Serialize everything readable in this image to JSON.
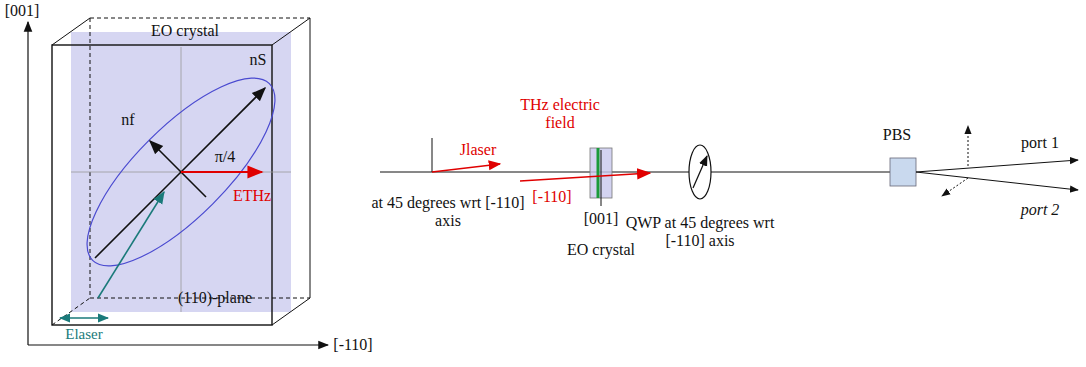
{
  "diagram": {
    "labels": [
      "[001]",
      "EO crystal",
      "nS",
      "nf",
      "π/4",
      "ETHz",
      "Elaser",
      "(110)-plane",
      "[-110]",
      "Jlaser",
      "THz electric field",
      "[-110]",
      "at 45 degrees wrt [-110] axis",
      "[001]",
      "EO crystal",
      "QWP at 45 degrees wrt [-110] axis",
      "PBS",
      "port 1",
      "port 2"
    ]
  }
}
